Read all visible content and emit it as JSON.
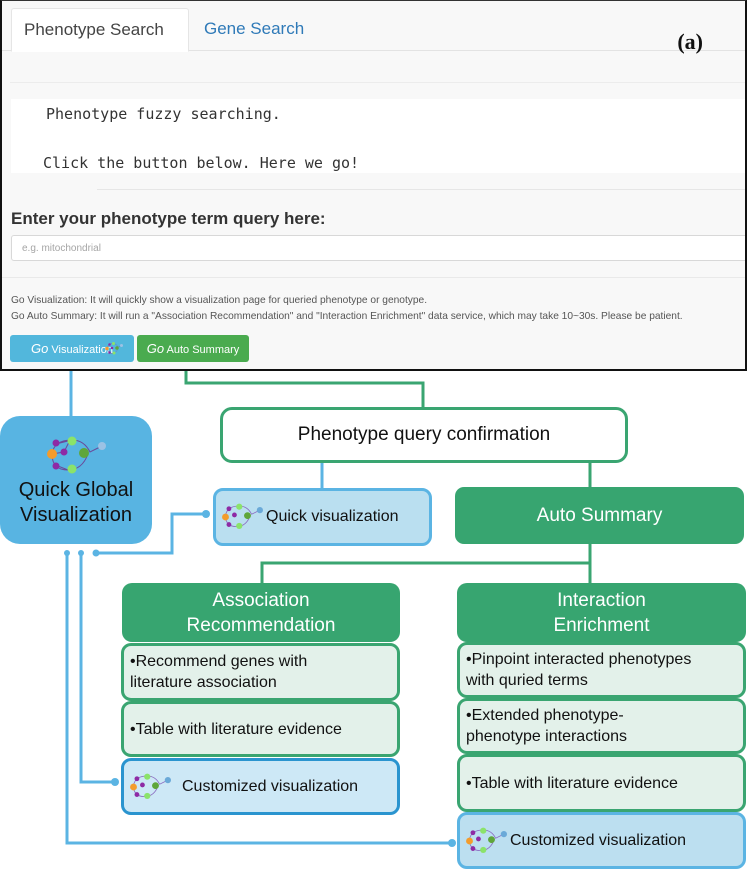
{
  "panel": {
    "label": "(a)",
    "tabs": [
      {
        "label": "Phenotype Search",
        "active": true
      },
      {
        "label": "Gene Search",
        "active": false
      }
    ],
    "intro": {
      "line1": "Phenotype fuzzy searching.",
      "line2": "Click the button below. Here we go!"
    },
    "query": {
      "label": "Enter your phenotype term query here:",
      "placeholder": "e.g. mitochondrial",
      "value": ""
    },
    "descriptions": [
      "Go Visualization: It will quickly show a visualization page for queried phenotype or genotype.",
      "Go Auto Summary: It will run a \"Association Recommendation\" and \"Interaction Enrichment\" data service, which may take 10~30s. Please be patient."
    ],
    "buttons": {
      "visualization": {
        "prefix": "Go",
        "label": "Visualization",
        "icon": "network-graph-icon",
        "color": "#52b7dc"
      },
      "auto_summary": {
        "prefix": "Go",
        "label": "Auto Summary",
        "color": "#4aab4f"
      }
    }
  },
  "diagram": {
    "colors": {
      "blue": "#58b4e2",
      "green": "#37a570",
      "light_green": "#e3f1ea",
      "light_blue": "#cde8f6"
    },
    "quick_global": {
      "line1": "Quick Global",
      "line2": "Visualization",
      "icon": "network-graph-icon"
    },
    "confirmation": "Phenotype query confirmation",
    "quick_vis": {
      "label": "Quick visualization",
      "icon": "network-graph-icon"
    },
    "auto_summary": "Auto Summary",
    "association": {
      "title_line1": "Association",
      "title_line2": "Recommendation",
      "items": [
        {
          "line1": "•Recommend genes with",
          "line2": "literature association"
        },
        {
          "line1": "•Table with literature evidence"
        }
      ],
      "custom_vis": "Customized visualization"
    },
    "interaction": {
      "title_line1": "Interaction",
      "title_line2": "Enrichment",
      "items": [
        {
          "line1": "•Pinpoint interacted phenotypes",
          "line2": "with quried terms"
        },
        {
          "line1": "•Extended phenotype-",
          "line2": "phenotype interactions"
        },
        {
          "line1": "•Table with literature evidence"
        }
      ],
      "custom_vis": "Customized visualization"
    }
  }
}
